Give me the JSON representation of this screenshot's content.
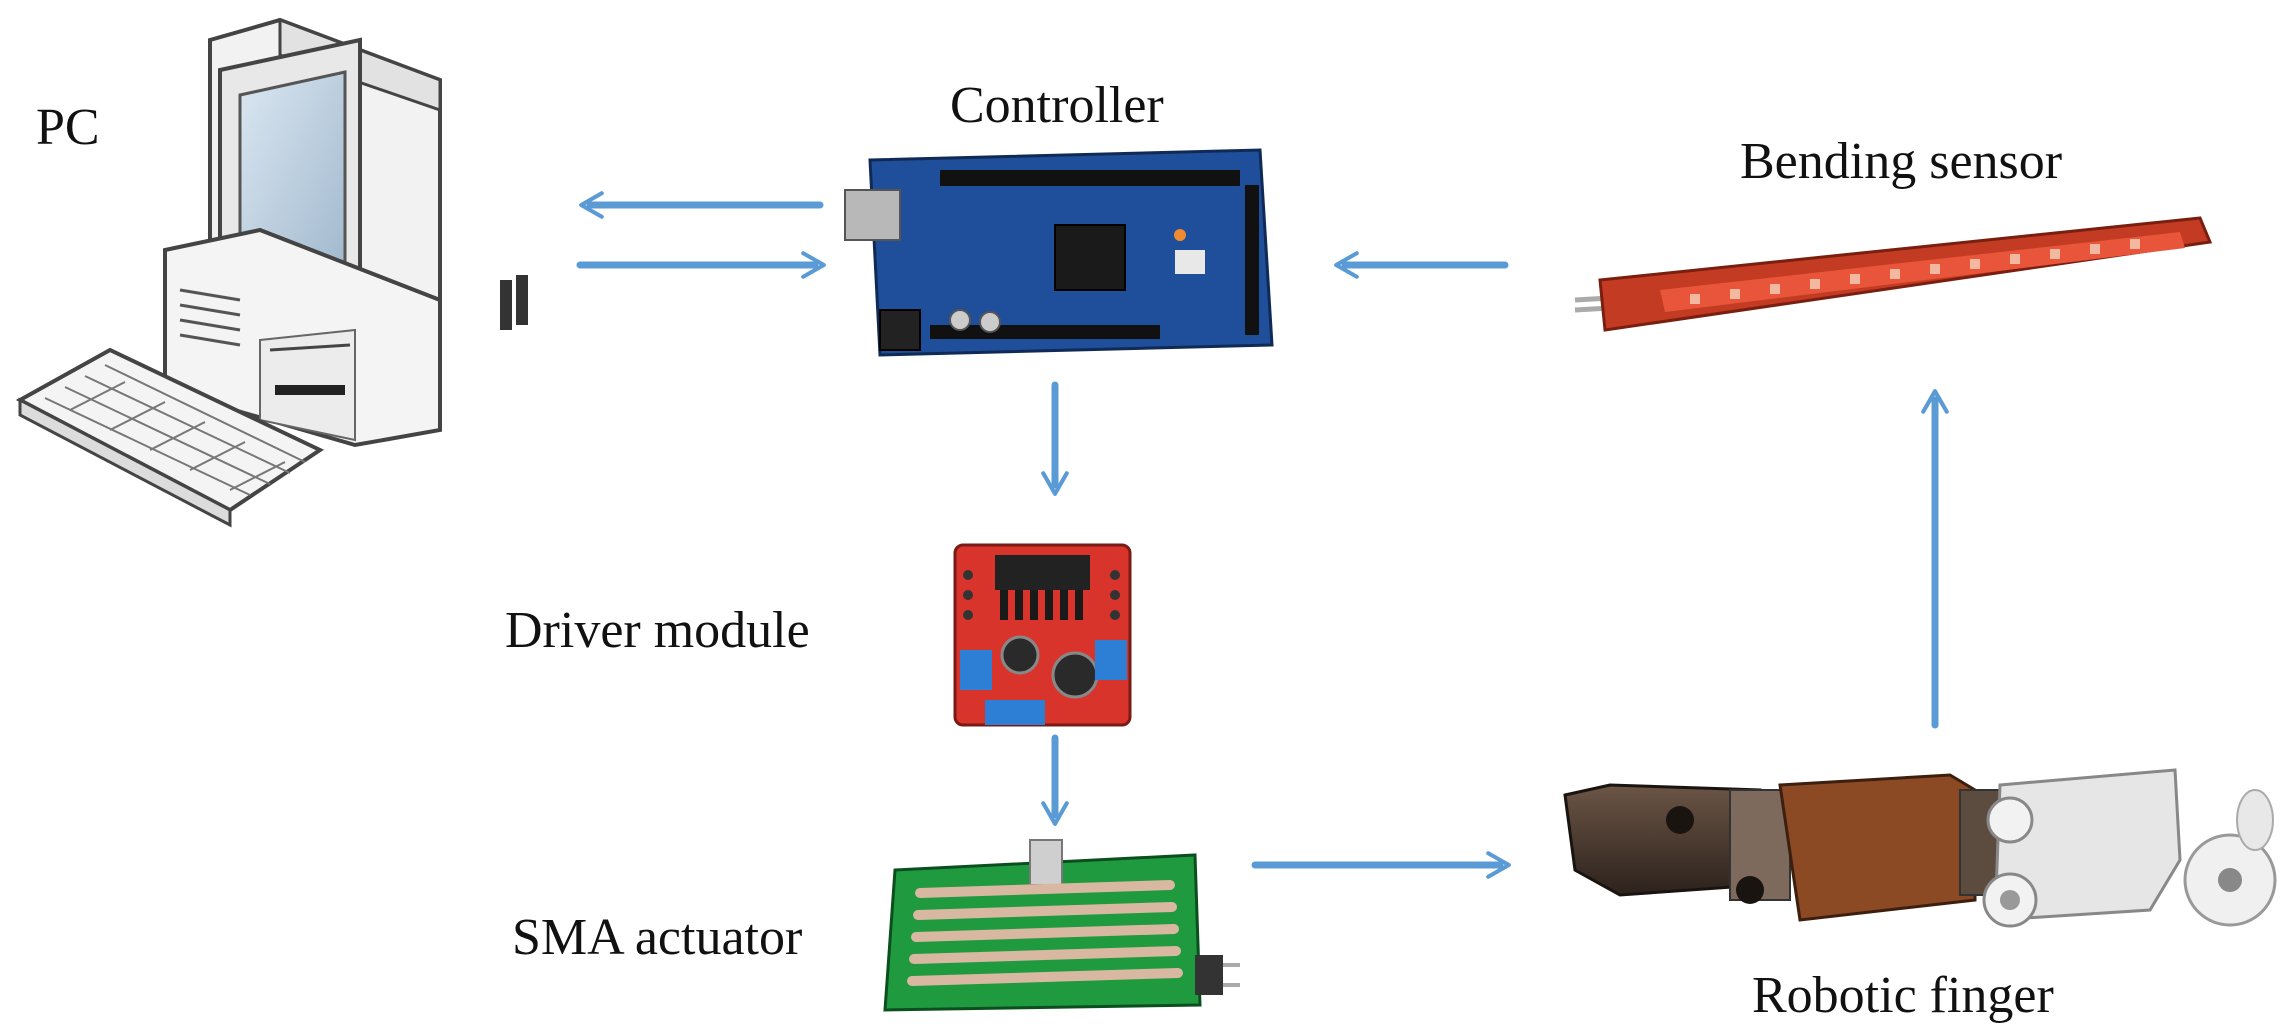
{
  "labels": {
    "pc": "PC",
    "controller": "Controller",
    "bending_sensor": "Bending sensor",
    "driver_module": "Driver module",
    "sma_actuator": "SMA actuator",
    "robotic_finger": "Robotic finger"
  },
  "colors": {
    "arrow": "#5b9bd5",
    "text": "#111111",
    "controller_board": "#1f4e9a",
    "driver_board": "#d9342b",
    "sma_board": "#1f9a3f",
    "sensor_strip": "#c23b22",
    "finger_dark": "#4a3a30",
    "finger_brown": "#8b4a24",
    "finger_light": "#e6e6e6"
  },
  "icons": {
    "pc": "desktop-computer-icon",
    "controller": "microcontroller-board-icon",
    "driver": "motor-driver-module-icon",
    "sma": "sma-actuator-board-icon",
    "sensor": "flex-bending-sensor-icon",
    "finger": "robotic-finger-icon"
  },
  "flows": [
    {
      "from": "controller",
      "to": "pc"
    },
    {
      "from": "pc",
      "to": "controller"
    },
    {
      "from": "bending_sensor",
      "to": "controller"
    },
    {
      "from": "controller",
      "to": "driver_module"
    },
    {
      "from": "driver_module",
      "to": "sma_actuator"
    },
    {
      "from": "sma_actuator",
      "to": "robotic_finger"
    },
    {
      "from": "robotic_finger",
      "to": "bending_sensor"
    }
  ]
}
